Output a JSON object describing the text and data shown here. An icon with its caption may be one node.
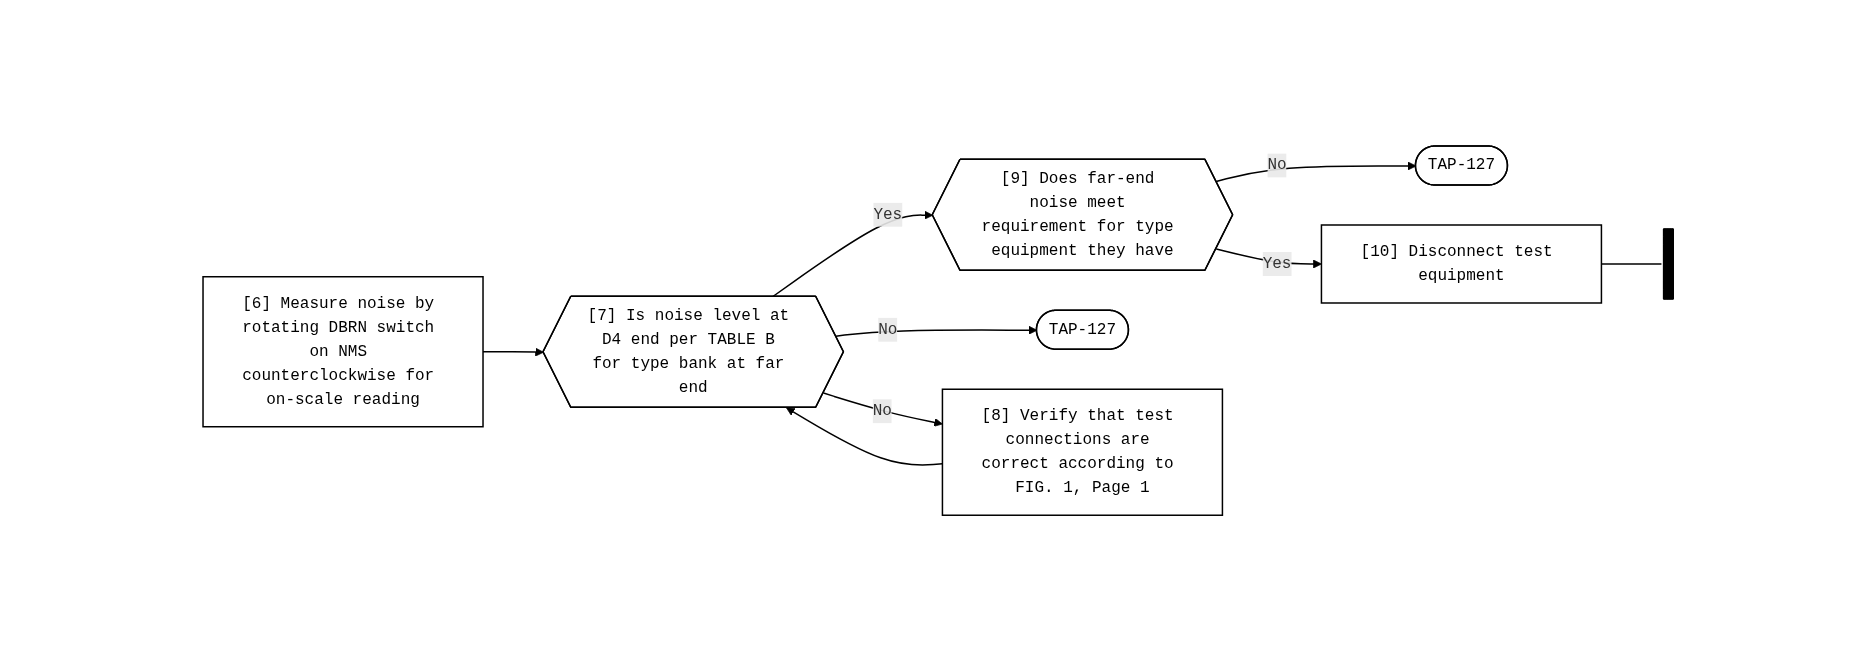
{
  "diagram": {
    "nodes": [
      {
        "text": [
          "[6] Measure noise by rotating DBRN switch on NMS counterclockwise for on-scale reading"
        ]
      },
      {
        "text": [
          "[7] Is noise level at D4 end per TABLE B for type bank at far end"
        ]
      },
      {
        "text": [
          "[9] Does far-end noise meet requirement for type equipment they have"
        ]
      },
      {
        "text": [
          "TAP-127"
        ]
      },
      {
        "text": [
          "TAP-127"
        ]
      },
      {
        "text": [
          "[10] Disconnect test equipment"
        ]
      },
      {
        "text": [
          "[8] Verify that test connections are correct according to FIG. 1, Page 1"
        ]
      },
      {
        "text": [],
        "shape": "bar"
      }
    ],
    "edges": [
      {
        "from": 0,
        "to": 1,
        "arrow": "to"
      },
      {
        "from": 1,
        "to": 2,
        "arrow": "to",
        "label": "Yes"
      },
      {
        "from": 2,
        "to": 3,
        "arrow": "to",
        "label": "No"
      },
      {
        "from": 1,
        "to": 4,
        "arrow": "to",
        "label": "No"
      },
      {
        "from": 1,
        "to": 6,
        "arrow": "to",
        "label": "No"
      },
      {
        "from": 6,
        "to": 1,
        "arrow": "to"
      },
      {
        "from": 2,
        "to": 5,
        "arrow": "to",
        "label": "Yes"
      },
      {
        "from": 5,
        "to": 7,
        "arrow": "none"
      }
    ]
  }
}
